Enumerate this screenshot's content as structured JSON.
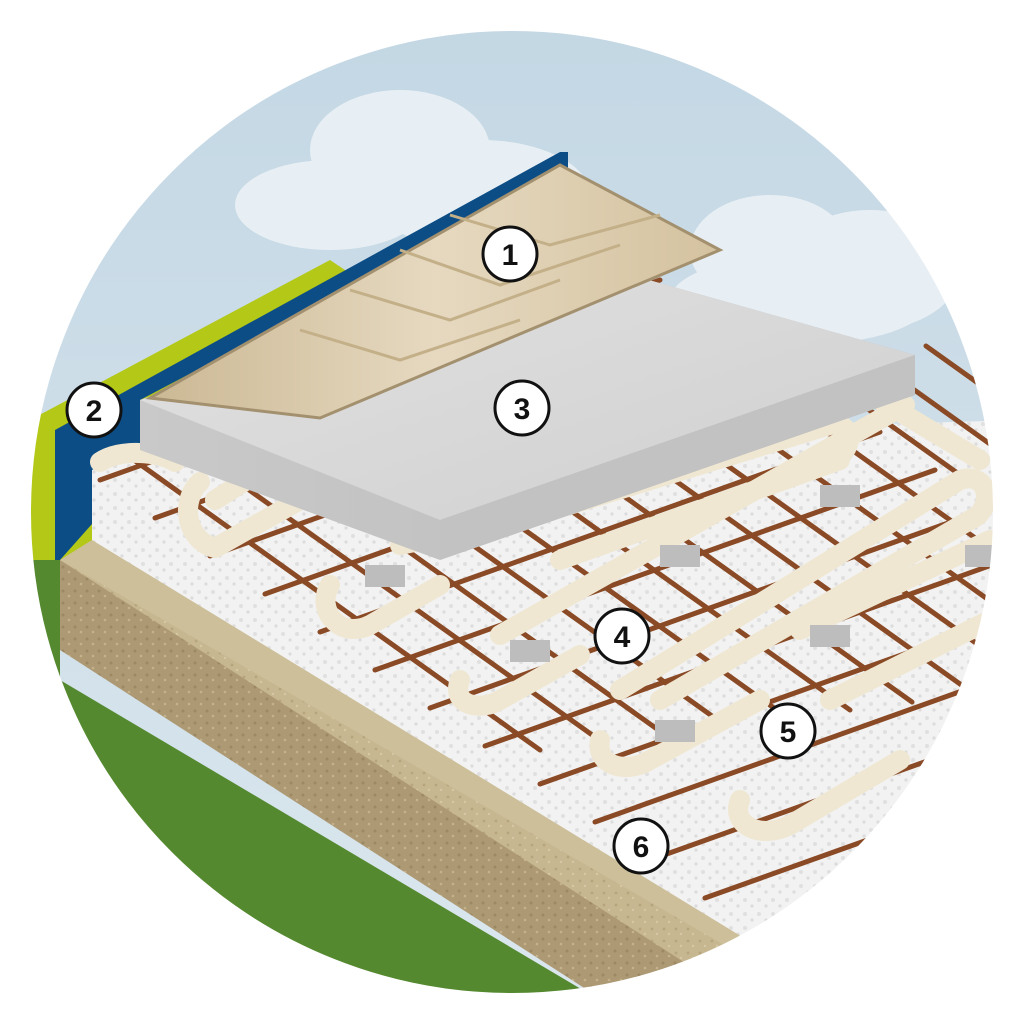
{
  "diagram": {
    "callouts": [
      {
        "id": "1",
        "text": "1"
      },
      {
        "id": "2",
        "text": "2"
      },
      {
        "id": "3",
        "text": "3"
      },
      {
        "id": "4",
        "text": "4"
      },
      {
        "id": "5",
        "text": "5"
      },
      {
        "id": "6",
        "text": "6"
      }
    ],
    "colors": {
      "sky": "#cfe0ea",
      "cloud": "#e6eef3",
      "grass": "#55892f",
      "wall_blue": "#0c4d86",
      "wall_green": "#b4c817",
      "parquet": "#d9c9ad",
      "screed": "#d4d4d4",
      "insulation": "#f1f1f1",
      "sand": "#b5a27c",
      "pipe": "#efe7d2",
      "rebar": "#8a4a25"
    }
  }
}
